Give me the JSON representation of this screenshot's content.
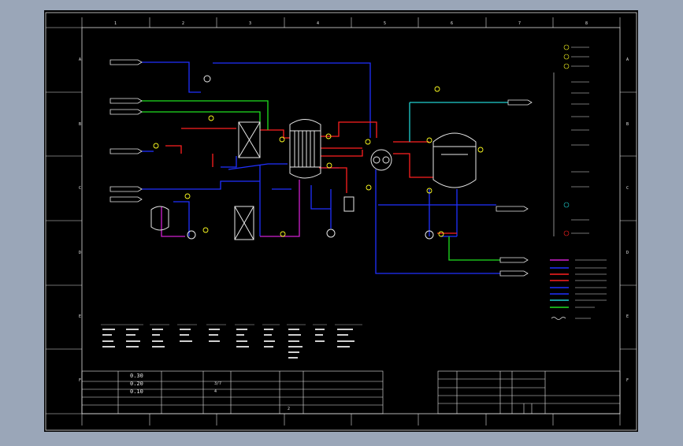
{
  "drawing": {
    "background": "#000000",
    "page_bg": "#9aa6b8",
    "column_markers": [
      "1",
      "2",
      "3",
      "4",
      "5",
      "6",
      "7",
      "8"
    ],
    "row_markers": [
      "A",
      "B",
      "C",
      "D",
      "E",
      "F"
    ]
  },
  "title_block": {
    "rev_values": [
      "0.30",
      "0.20",
      "0.10"
    ],
    "sheet_no": "4",
    "page_no": "2",
    "scale_no": "3/7"
  },
  "colors": {
    "blue": "#2030ff",
    "red": "#ff2020",
    "green": "#20e020",
    "cyan": "#20d0d0",
    "magenta": "#d020d0",
    "white": "#e8e8e8",
    "yellow": "#ffff20"
  }
}
